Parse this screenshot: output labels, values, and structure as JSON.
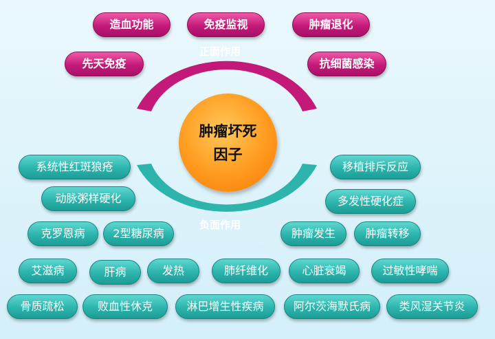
{
  "center": {
    "line1": "肿瘤坏死",
    "line2": "因子"
  },
  "positive": {
    "label": "正面作用",
    "items": [
      "造血功能",
      "免疫监视",
      "肿瘤退化",
      "先天免疫",
      "抗细菌感染"
    ]
  },
  "negative": {
    "label": "负面作用",
    "items": [
      "系统性红斑狼疮",
      "移植排斥反应",
      "动脉粥样硬化",
      "多发性硬化症",
      "克罗恩病",
      "2型糖尿病",
      "肿瘤发生",
      "肿瘤转移",
      "艾滋病",
      "肝病",
      "发热",
      "肺纤维化",
      "心脏衰竭",
      "过敏性哮喘",
      "骨质疏松",
      "败血性休克",
      "淋巴增生性疾病",
      "阿尔茨海默氏病",
      "类风湿关节炎"
    ]
  },
  "colors": {
    "positive": "#c31a7a",
    "negative": "#2cb4ad",
    "center": "#ff9a1e"
  }
}
